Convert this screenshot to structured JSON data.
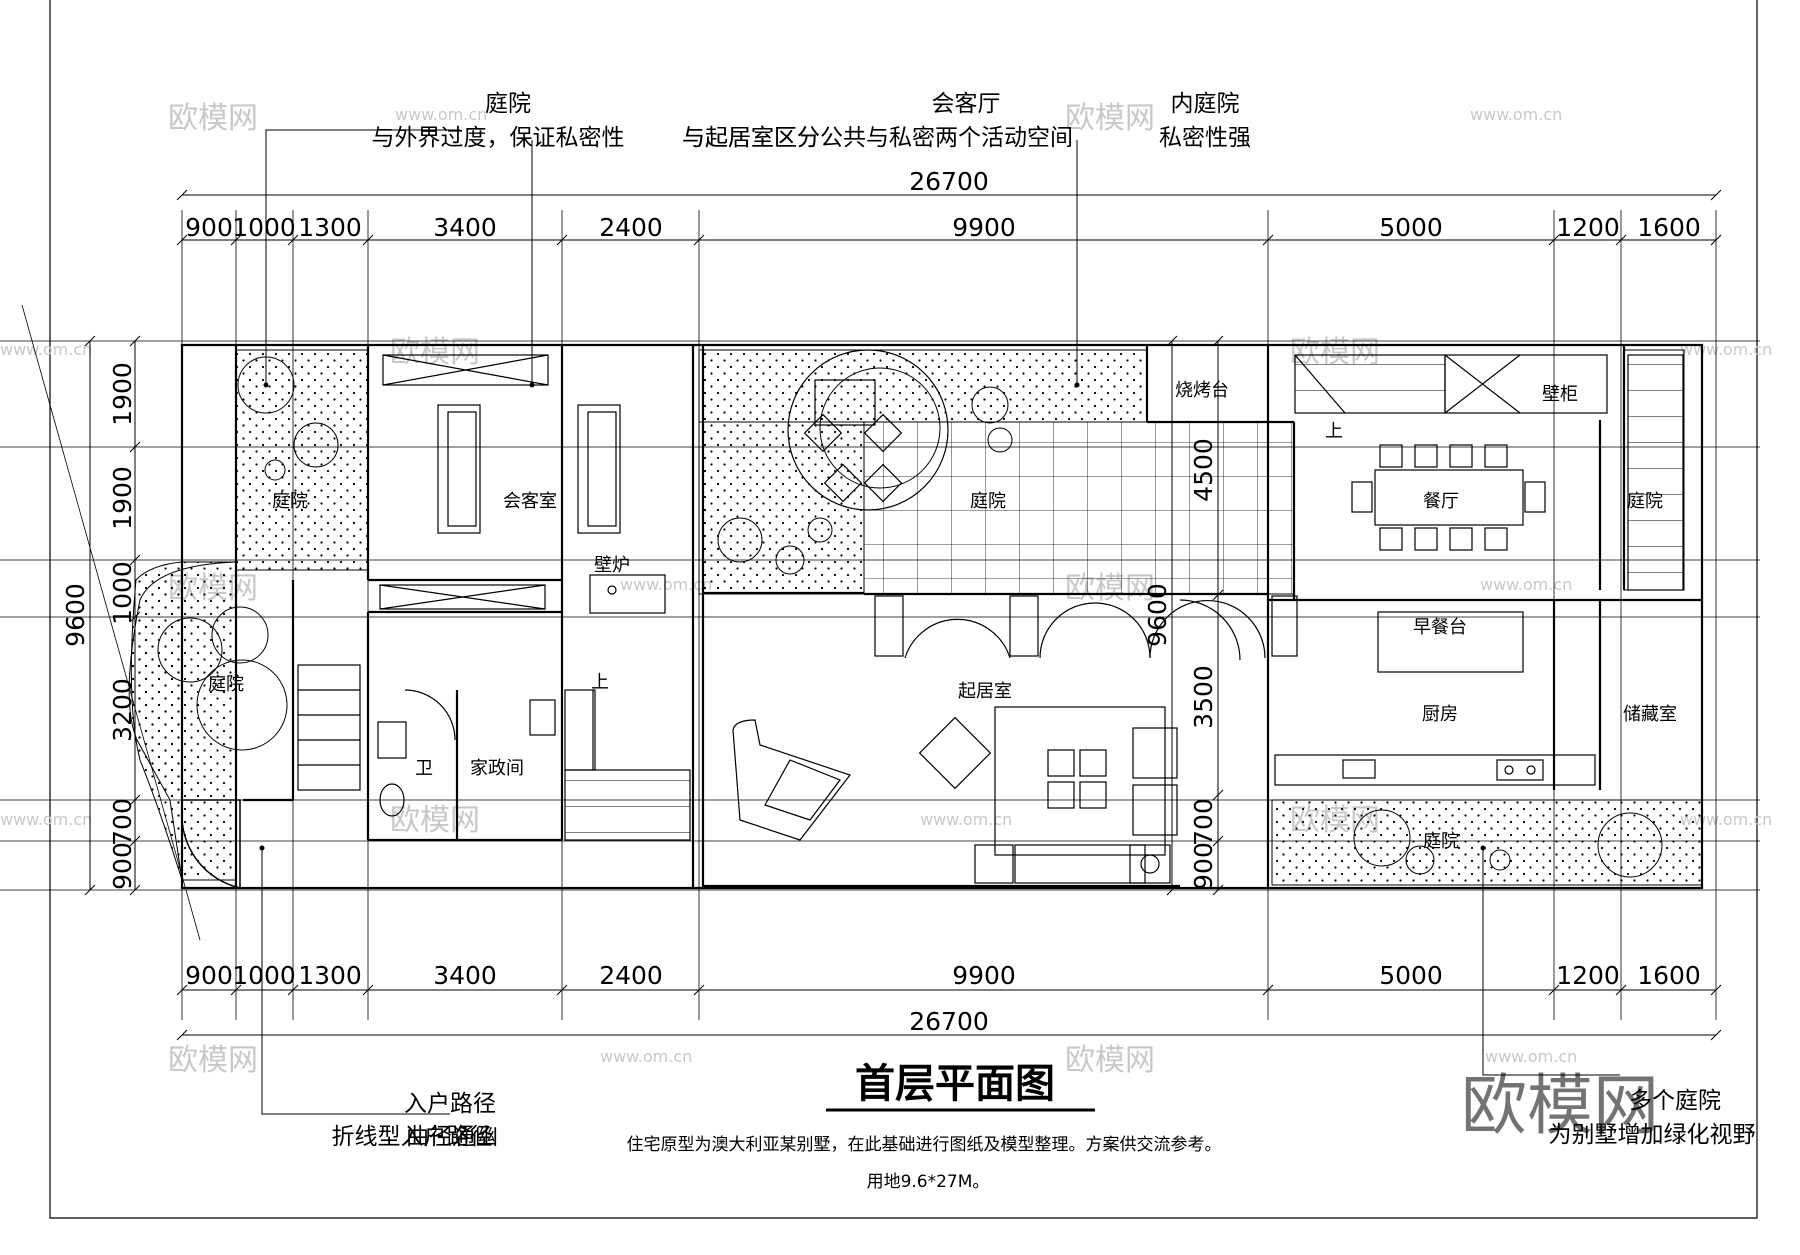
{
  "title": "首层平面图",
  "description": "住宅原型为澳大利亚某别墅，在此基础进行图纸及模型整理。方案供交流参考。",
  "site": "用地9.6*27M。",
  "dimensions": {
    "total_width": "26700",
    "total_depth": "9600",
    "center_depth": "9600",
    "widths": [
      "900",
      "1000",
      "1300",
      "3400",
      "2400",
      "9900",
      "5000",
      "1200",
      "1600"
    ],
    "left_depths": [
      "1900",
      "1900",
      "1000",
      "3200",
      "700",
      "900"
    ],
    "center_depths": [
      "4500",
      "3500",
      "700",
      "900"
    ]
  },
  "callouts": {
    "garden_title": "庭院",
    "garden_desc": "与外界过度，保证私密性",
    "reception_title": "会客厅",
    "reception_desc": "与起居室区分公共与私密两个活动空间",
    "overlap_desc": "与起居室区分",
    "inner_title": "内庭院",
    "inner_desc": "私密性强",
    "entry_title": "入户路径",
    "entry_desc": "折线型入户路径",
    "entry_overlap": "曲径通幽",
    "multi_title": "多个庭院",
    "multi_desc": "为别墅增加绿化视野"
  },
  "rooms": {
    "garden_left": "庭院",
    "reception_room": "会客室",
    "fireplace": "壁炉",
    "garden_lower_left": "庭院",
    "toilet": "卫",
    "housekeeping": "家政间",
    "up_stair_left": "上",
    "garden_center": "庭院",
    "bbq": "烧烤台",
    "living_room": "起居室",
    "cabinet": "壁柜",
    "up_stair_right": "上",
    "dining": "餐厅",
    "garden_right": "庭院",
    "breakfast_bar": "早餐台",
    "kitchen": "厨房",
    "storage": "储藏室",
    "garden_bottom_right": "庭院"
  },
  "watermark": {
    "brand": "欧模网",
    "url": "www.om.cn"
  }
}
